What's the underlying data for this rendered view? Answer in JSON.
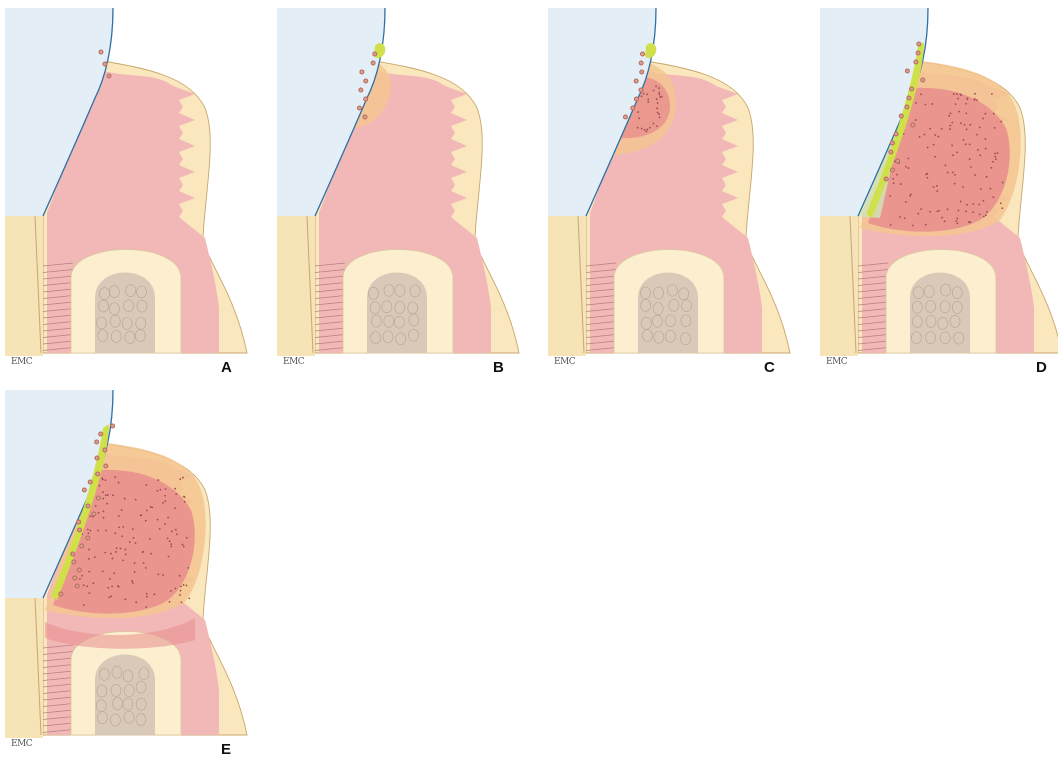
{
  "figure": {
    "panels": [
      {
        "letter": "A",
        "credit": "EMC",
        "stage": 0
      },
      {
        "letter": "B",
        "credit": "EMC",
        "stage": 1
      },
      {
        "letter": "C",
        "credit": "EMC",
        "stage": 2
      },
      {
        "letter": "D",
        "credit": "EMC",
        "stage": 3
      },
      {
        "letter": "E",
        "credit": "EMC",
        "stage": 4
      }
    ],
    "colors": {
      "enamel": "#e3eef6",
      "enamel_edge": "#2f6ea6",
      "tissue": "#f2b8b8",
      "gingiva_band": "#fae7bd",
      "root": "#f6e3b6",
      "bone_marrow": "#d9c9b8",
      "bone_rim": "#fbefcf",
      "inflammation_orange": "#f4c48f",
      "inflammation_red": "#e88d8d",
      "plaque_green": "#cfe04a",
      "pocket_green": "#cfe7b8",
      "cell_dot": "#b76a5c"
    }
  }
}
